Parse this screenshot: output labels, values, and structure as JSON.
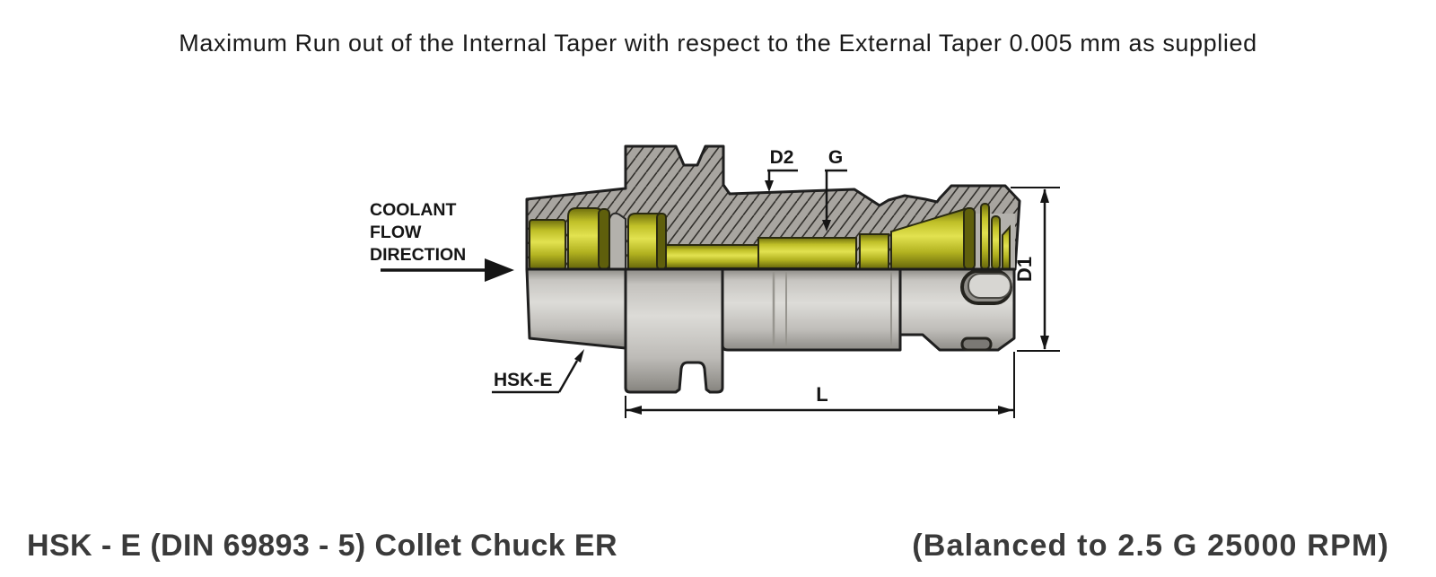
{
  "header": {
    "note": "Maximum Run out of the Internal Taper with respect to the External Taper 0.005 mm as supplied"
  },
  "footer": {
    "title_left": "HSK - E (DIN 69893 - 5) Collet Chuck ER",
    "title_right": "(Balanced to 2.5 G 25000 RPM)"
  },
  "diagram": {
    "coolant_label": {
      "line1": "COOLANT",
      "line2": "FLOW",
      "line3": "DIRECTION"
    },
    "shank_label": "HSK-E",
    "dimensions": {
      "d2": "D2",
      "g": "G",
      "d1": "D1",
      "l": "L"
    },
    "colors": {
      "coolant_channel_yellow": "#cccc33",
      "steel_gray": "#d2d1cd",
      "section_hatch_gray": "#a8a5a0",
      "outline": "#1f1f1f"
    }
  }
}
